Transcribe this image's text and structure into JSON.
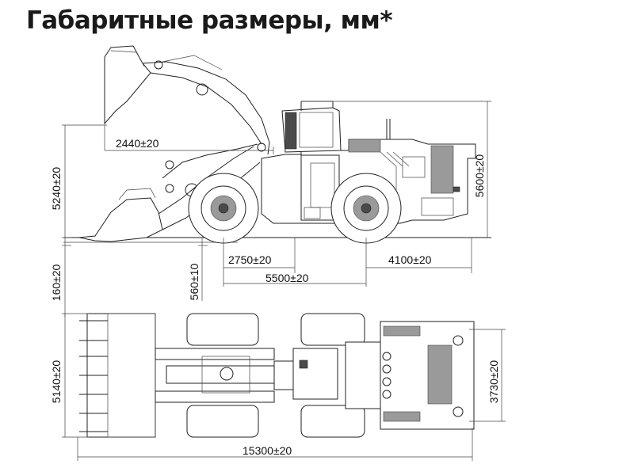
{
  "title": "Габаритные размеры, мм*",
  "dimensions": {
    "bucket_reach": "2440±20",
    "height_raised": "5240±20",
    "height_cab": "5600±20",
    "front_axle_to_center": "2750±20",
    "rear_overhang": "4100±20",
    "wheelbase": "5500±20",
    "ground_clearance": "560±10",
    "bucket_below_ground": "160±20",
    "bucket_width": "5140±20",
    "body_width": "3730±20",
    "overall_length": "15300±20"
  }
}
